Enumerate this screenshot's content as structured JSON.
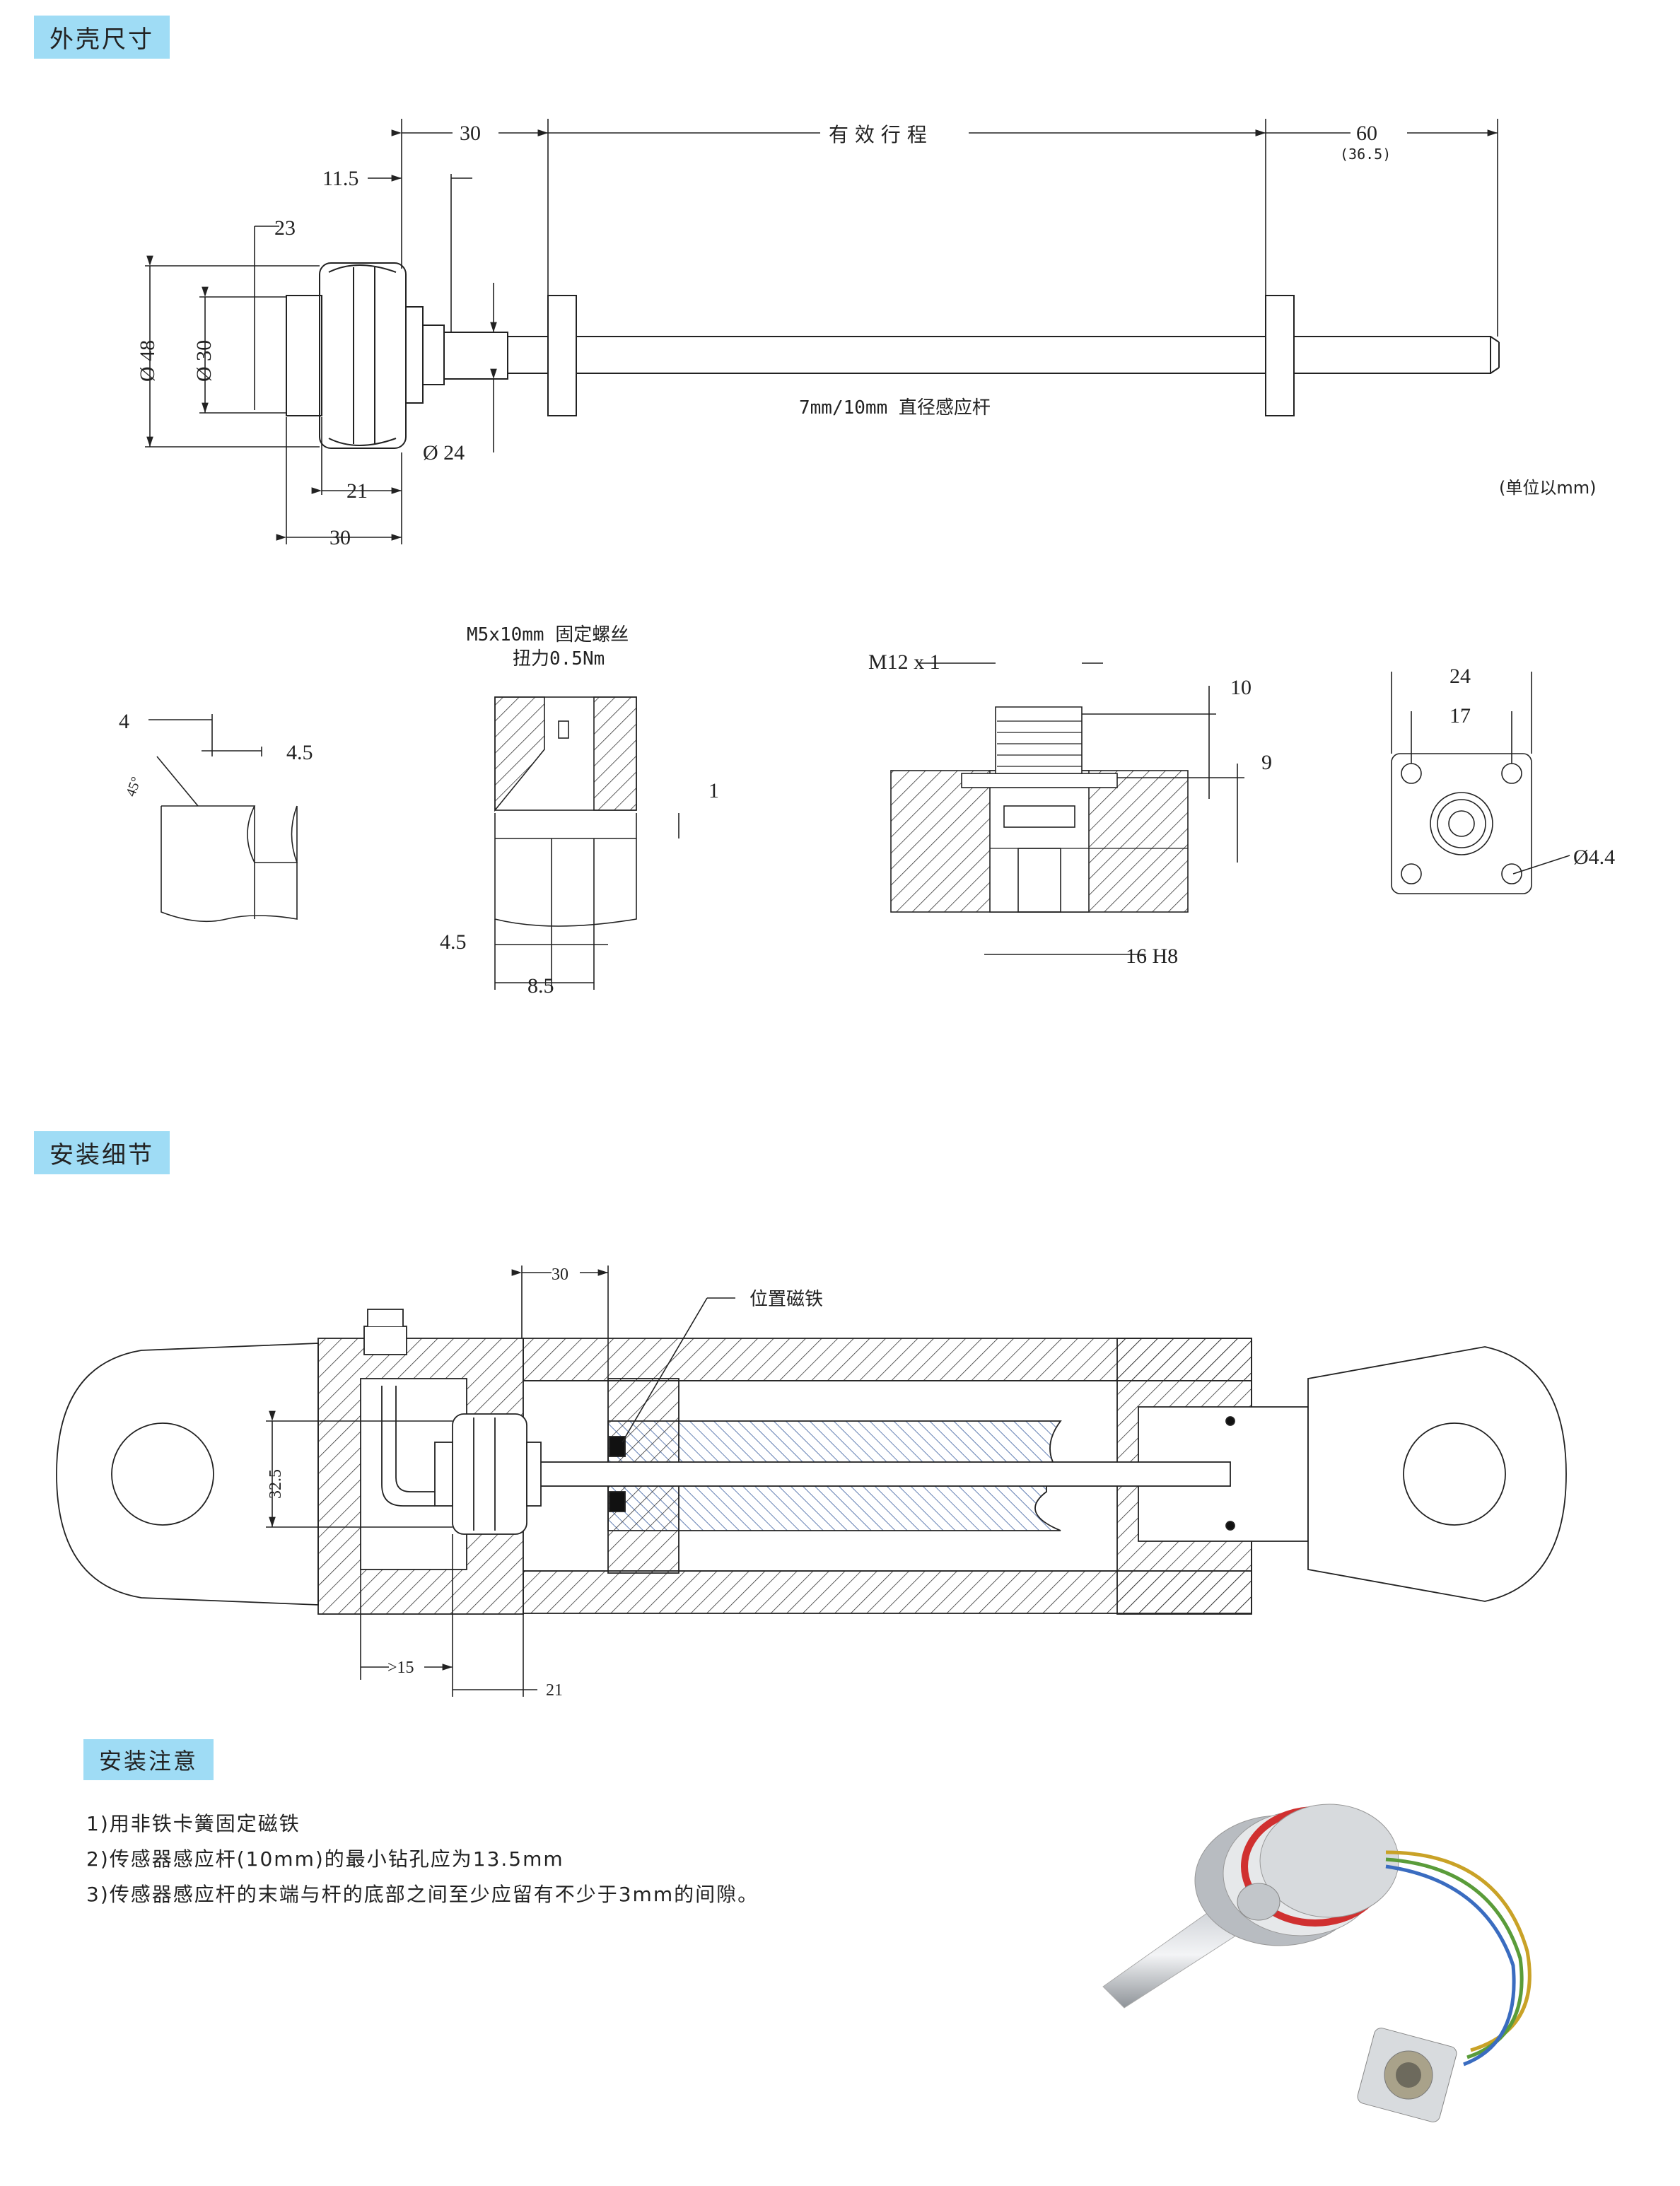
{
  "sections": {
    "dimensions_title": "外壳尺寸",
    "install_title": "安装细节",
    "notes_title": "安装注意"
  },
  "top_view": {
    "dim_30_top": "30",
    "stroke_label": "有 效 行 程",
    "dim_60": "60",
    "dim_60_alt": "(36.5)",
    "dim_11_5": "11.5",
    "dim_23": "23",
    "dia_48": "Ø 48",
    "dia_30": "Ø 30",
    "dia_24": "Ø 24",
    "dim_21": "21",
    "dim_30_bottom": "30",
    "rod_label": "7mm/10mm 直径感应杆",
    "unit_note": "(单位以mm)"
  },
  "detail_views": {
    "chamfer_4": "4",
    "chamfer_4_5": "4.5",
    "chamfer_angle": "45°",
    "screw_label_1": "M5x10mm 固定螺丝",
    "screw_label_2": "扭力0.5Nm",
    "dim_1": "1",
    "dim_4_5": "4.5",
    "dim_8_5": "8.5",
    "thread": "M12 x 1",
    "dim_10": "10",
    "dim_9": "9",
    "fit_16h8": "16 H8",
    "flange_24": "24",
    "flange_17": "17",
    "hole_dia": "Ø4.4"
  },
  "install_view": {
    "dim_30": "30",
    "magnet_label": "位置磁铁",
    "dim_32_5": "32.5",
    "dim_gt15": ">15",
    "dim_21": "21"
  },
  "notes": [
    "1)用非铁卡簧固定磁铁",
    "2)传感器感应杆(10mm)的最小钻孔应为13.5mm",
    "3)传感器感应杆的末端与杆的底部之间至少应留有不少于3mm的间隙。"
  ],
  "colors": {
    "tag_bg": "#9fdcf5",
    "hatch": "#333333",
    "blue_hatch": "#3b5fa0",
    "line": "#222222"
  }
}
